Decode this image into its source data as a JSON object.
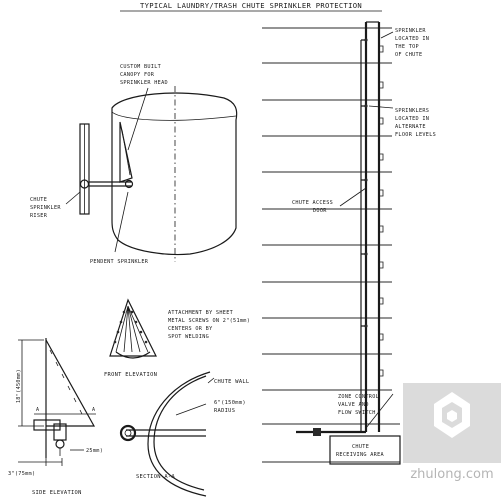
{
  "title": "TYPICAL LAUNDRY/TRASH CHUTE SPRINKLER PROTECTION",
  "labels": {
    "custom_canopy": [
      "CUSTOM BUILT",
      "CANOPY FOR",
      "SPRINKLER HEAD"
    ],
    "chute_riser": [
      "CHUTE",
      "SPRINKLER",
      "RISER"
    ],
    "pendent_sprinkler": "PENDENT SPRINKLER",
    "attachment": [
      "ATTACHMENT BY SHEET",
      "METAL SCREWS ON 2\"(51mm)",
      "CENTERS OR BY",
      "SPOT WELDING"
    ],
    "front_elevation": "FRONT ELEVATION",
    "chute_wall": "CHUTE WALL",
    "radius": [
      "6\"(150mm)",
      "RADIUS"
    ],
    "section": "SECTION A-A",
    "side_elevation": "SIDE ELEVATION",
    "dim_18": "18\"(450mm)",
    "dim_3": "3\"(75mm)",
    "dim_25": "25mm)",
    "section_mark": "A",
    "sprinkler_top": [
      "SPRINKLER",
      "LOCATED IN",
      "THE TOP",
      "OF CHUTE"
    ],
    "sprinklers_alt": [
      "SPRINKLERS",
      "LOCATED IN",
      "ALTERNATE",
      "FLOOR LEVELS"
    ],
    "chute_access": [
      "CHUTE ACCESS",
      "DOOR"
    ],
    "zone_control": [
      "ZONE CONTROL",
      "VALVE AND",
      "FLOW SWITCH"
    ],
    "receiving": [
      "CHUTE",
      "RECEIVING AREA"
    ]
  },
  "watermark": "zhulong.com"
}
